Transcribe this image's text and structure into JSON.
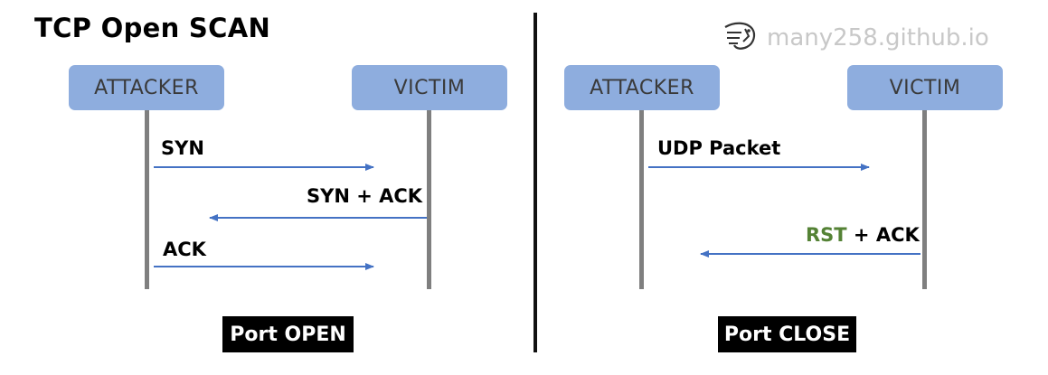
{
  "title": "TCP Open SCAN",
  "watermark": {
    "text": "many258.github.io",
    "icon": "shrimp-logo-icon"
  },
  "left": {
    "attacker": "ATTACKER",
    "victim": "VICTIM",
    "messages": [
      "SYN",
      "SYN + ACK",
      "ACK"
    ],
    "result": "Port OPEN"
  },
  "right": {
    "attacker": "ATTACKER",
    "victim": "VICTIM",
    "messages": [
      "UDP Packet"
    ],
    "reply_highlight": "RST",
    "reply_rest": " + ACK",
    "result": "Port CLOSE"
  },
  "colors": {
    "actor_fill": "#8eadde",
    "lifeline": "#7f7f7f",
    "arrow": "#4472c4",
    "rst": "#548235"
  }
}
